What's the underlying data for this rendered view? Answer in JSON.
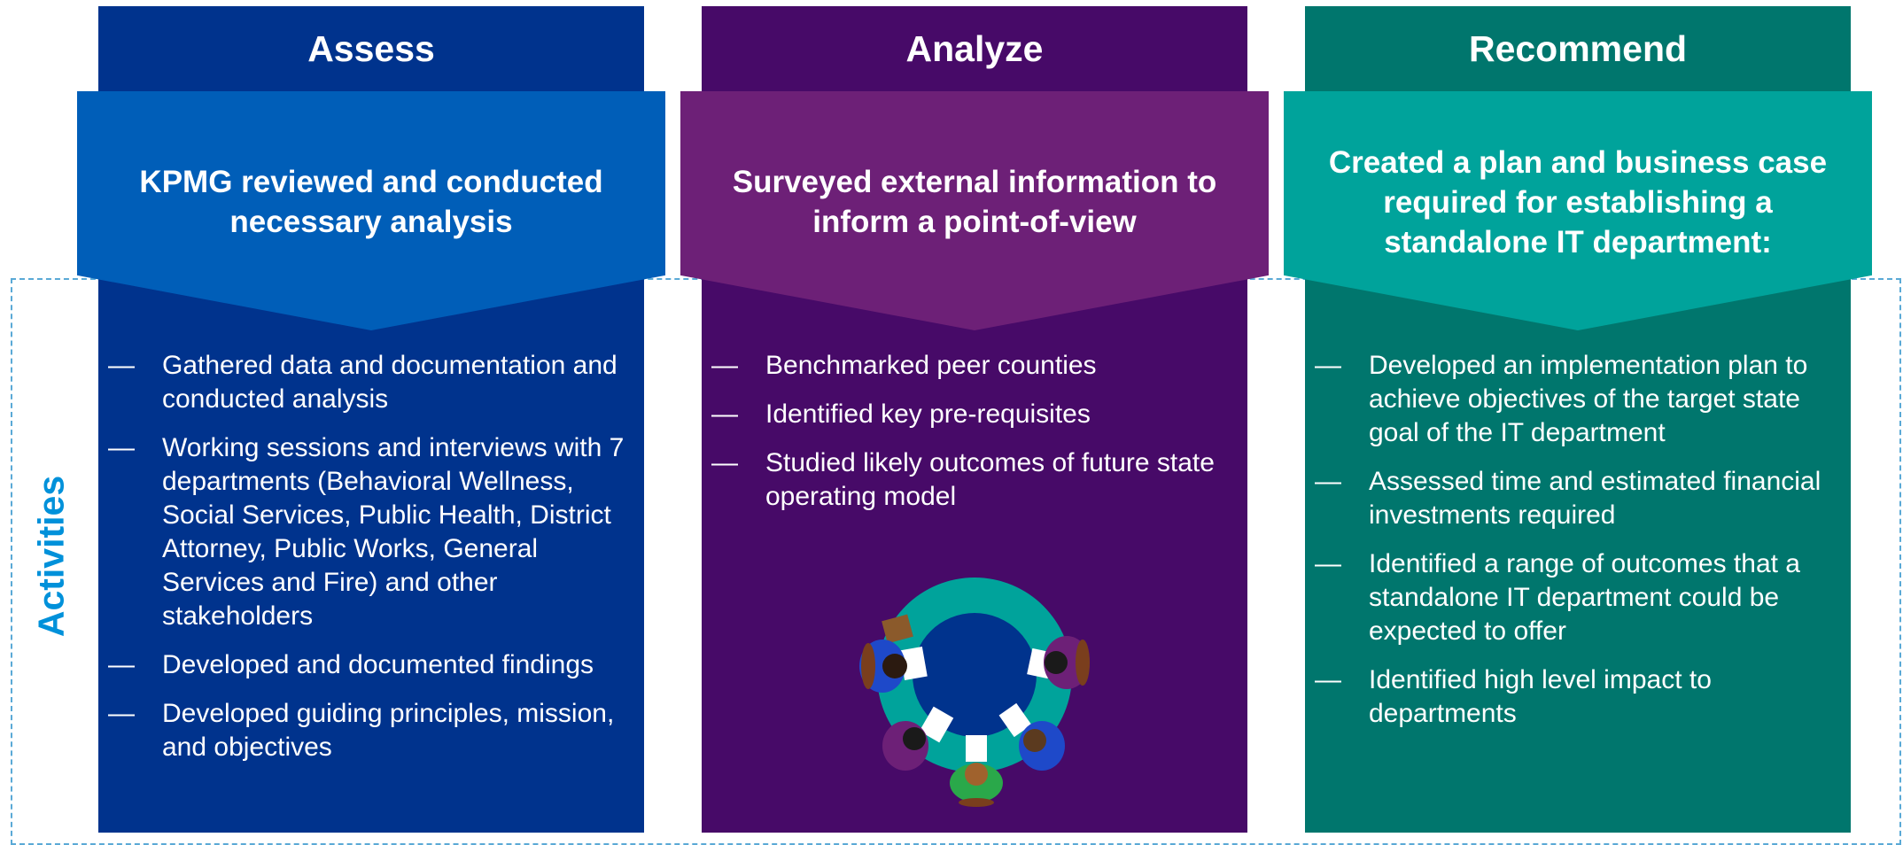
{
  "side_label": "Activities",
  "colors": {
    "assess_dark": "#00338d",
    "assess_light": "#005eb8",
    "analyze_dark": "#470a68",
    "analyze_light": "#6d2077",
    "recommend_dark": "#00766d",
    "recommend_light": "#00a39b",
    "activities_label": "#0091da"
  },
  "columns": [
    {
      "title": "Assess",
      "summary": "KPMG reviewed and conducted necessary analysis",
      "bullets": [
        "Gathered data and documentation and conducted analysis",
        "Working sessions and interviews with 7 departments (Behavioral Wellness, Social Services, Public Health, District Attorney, Public Works, General Services and Fire) and other stakeholders",
        "Developed and documented findings",
        "Developed guiding principles, mission, and objectives"
      ]
    },
    {
      "title": "Analyze",
      "summary": "Surveyed external information to inform a point-of-view",
      "bullets": [
        "Benchmarked peer counties",
        "Identified key pre-requisites",
        "Studied likely outcomes of future state operating model"
      ],
      "illustration": "meeting-table-illustration"
    },
    {
      "title": "Recommend",
      "summary": "Created a plan and business case required for establishing a standalone IT department:",
      "bullets": [
        "Developed an implementation plan to achieve objectives of the target state goal of the IT department",
        "Assessed time and estimated financial investments required",
        "Identified a range of outcomes that a standalone IT department could be expected to offer",
        "Identified high level impact to departments"
      ]
    }
  ],
  "dash_glyph": "—"
}
